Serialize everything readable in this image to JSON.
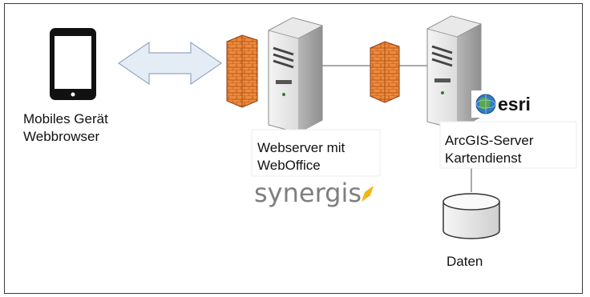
{
  "diagram": {
    "device": {
      "name_line1": "Mobiles Gerät",
      "name_line2": "Webbrowser"
    },
    "webserver": {
      "line1": "Webserver mit",
      "line2": "WebOffice",
      "logo": "synergis"
    },
    "arcgis": {
      "line1": "ArcGIS-Server",
      "line2": "Kartendienst",
      "logo": "esri"
    },
    "database": {
      "label": "Daten"
    },
    "icons": [
      "tablet-icon",
      "double-arrow-icon",
      "firewall-icon",
      "server-icon",
      "globe-icon",
      "database-icon"
    ],
    "colors": {
      "firewall": "#e8792f",
      "arrow": "#dde8f3",
      "server": "#d9d9d9"
    }
  }
}
